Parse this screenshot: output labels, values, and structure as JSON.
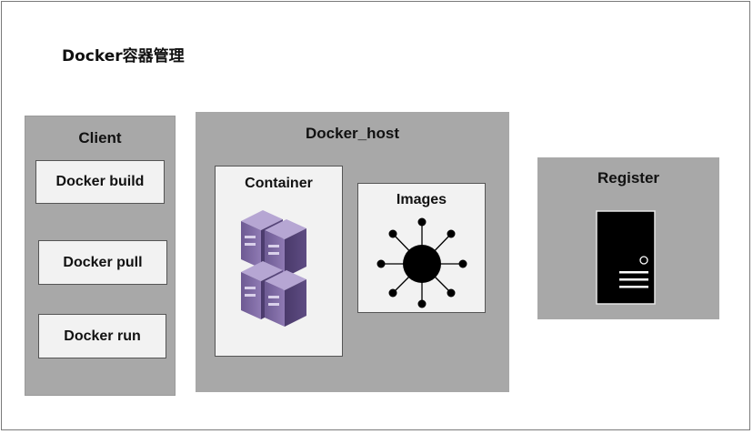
{
  "title": "Docker容器管理",
  "client": {
    "title": "Client",
    "commands": [
      "Docker build",
      "Docker pull",
      "Docker run"
    ]
  },
  "host": {
    "title": "Docker_host",
    "container_label": "Container",
    "images_label": "Images"
  },
  "register": {
    "title": "Register"
  },
  "colors": {
    "panel": "#a8a8a8",
    "box": "#f2f2f2",
    "server_purple": "#8f7ab3",
    "dark": "#000000"
  },
  "icons": [
    "server-stack-icon",
    "hub-node-icon",
    "server-tower-icon"
  ]
}
